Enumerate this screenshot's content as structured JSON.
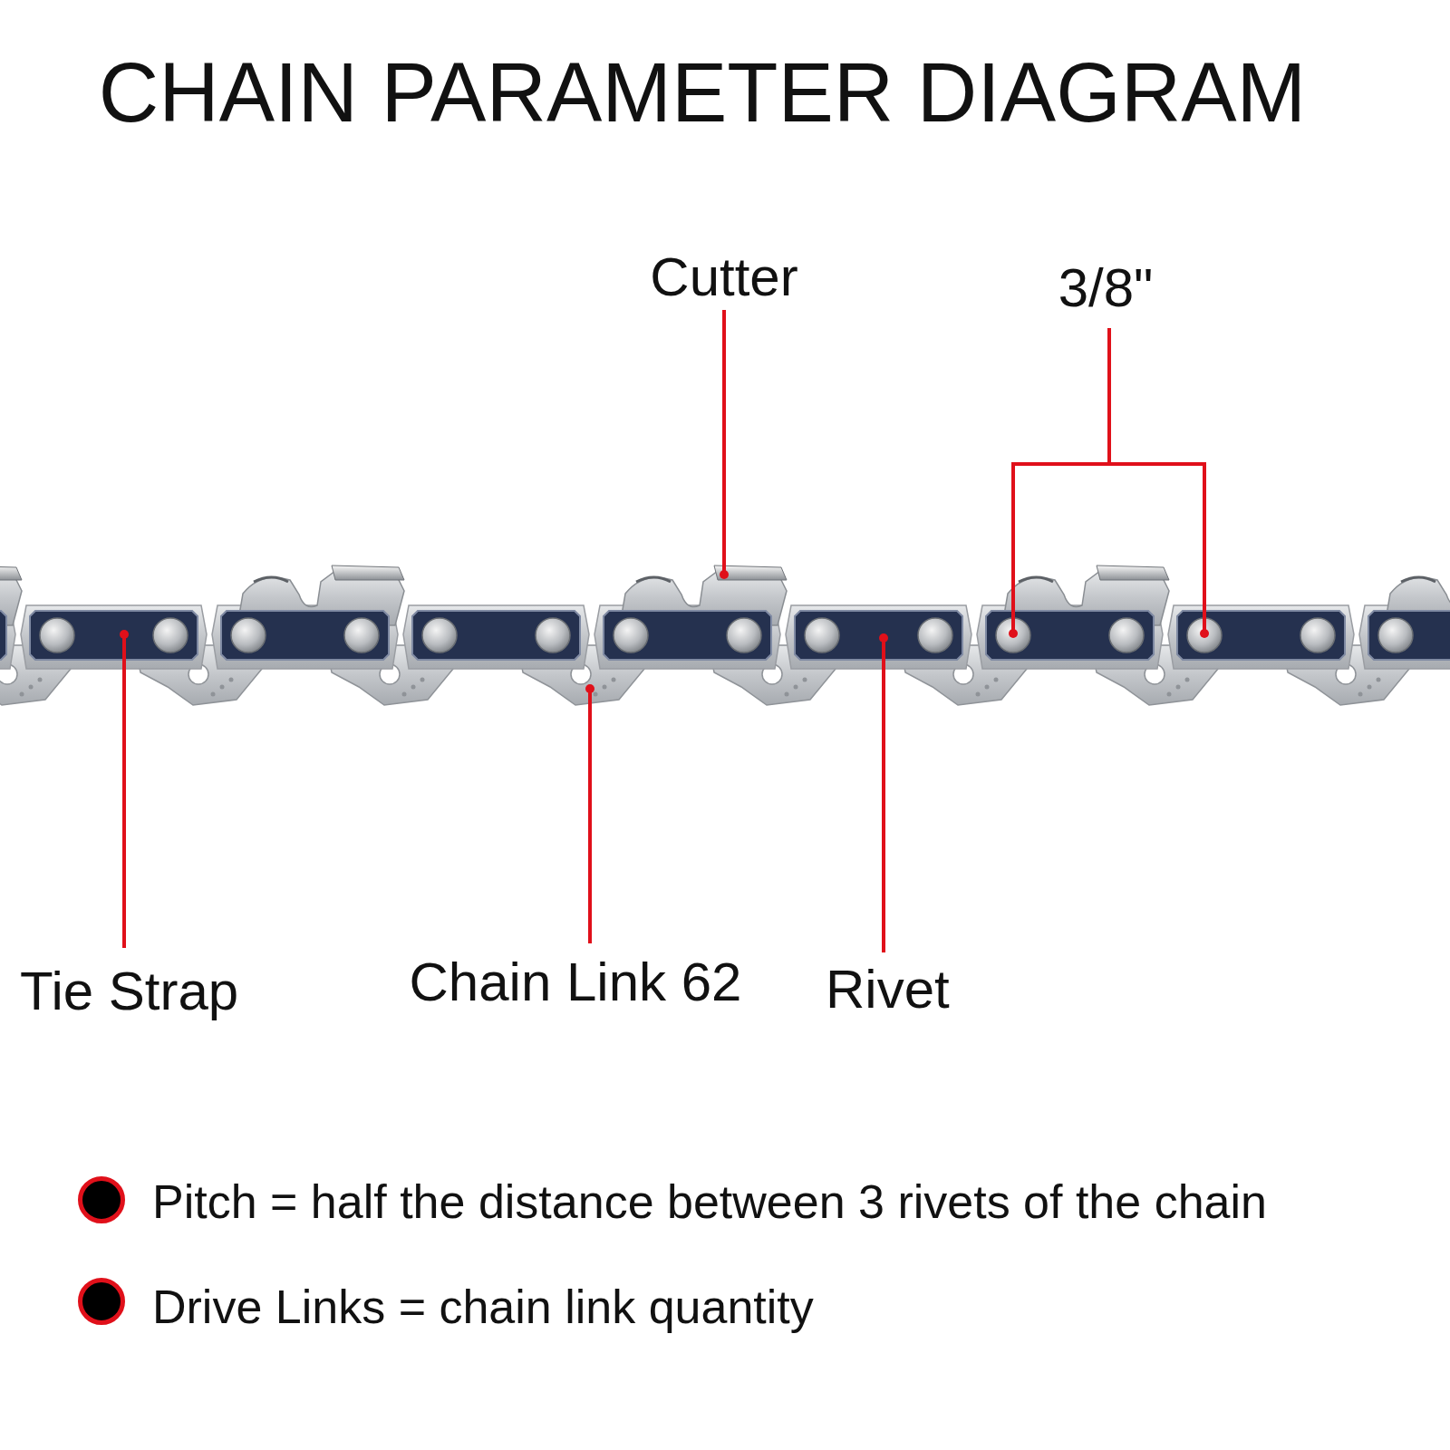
{
  "diagram": {
    "title": "CHAIN PARAMETER DIAGRAM",
    "labels": [
      "Cutter",
      "3/8\"",
      "Tie Strap",
      "Chain Link 62",
      "Rivet"
    ],
    "legend": [
      {
        "text": "Pitch = half the distance between 3 rivets of the chain"
      },
      {
        "text": "Drive Links = chain link quantity"
      }
    ]
  }
}
